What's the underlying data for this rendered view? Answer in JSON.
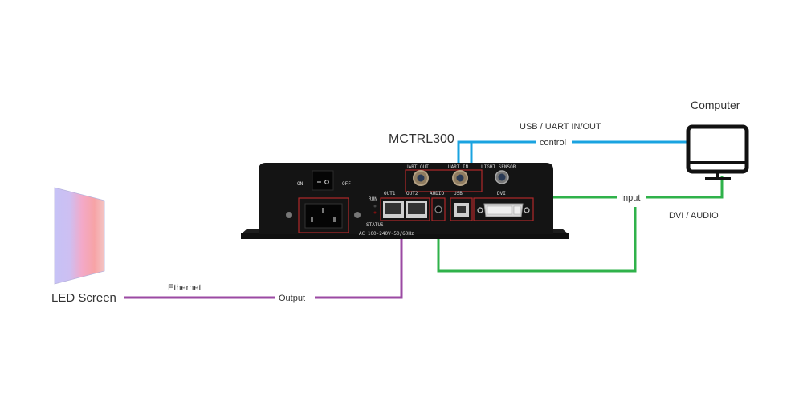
{
  "title": "MCTRL300",
  "colors": {
    "ethernet": "#9b4aa3",
    "control": "#1aa3e0",
    "input": "#2fb24a",
    "device_body": "#141414",
    "highlight_box": "#b0282a"
  },
  "nodes": {
    "led_screen": {
      "label": "LED Screen",
      "icon": "led-panel-icon"
    },
    "computer": {
      "label": "Computer",
      "icon": "monitor-icon"
    },
    "controller": {
      "label": "MCTRL300",
      "icon": "controller-box-icon"
    }
  },
  "device_panel": {
    "switch_on": "ON",
    "switch_off": "OFF",
    "run": "RUN",
    "status": "STATUS",
    "power_rating": "AC 100-240V~50/60Hz",
    "ports": {
      "uart_out": "UART OUT",
      "uart_in": "UART IN",
      "light_sensor": "LIGHT SENSOR",
      "out1": "OUT1",
      "out2": "OUT2",
      "audio": "AUDIO",
      "usb": "USB",
      "dvi": "DVI"
    }
  },
  "connections": {
    "ethernet": {
      "label": "Ethernet",
      "midlabel": "Output"
    },
    "control": {
      "label": "USB / UART IN/OUT",
      "midlabel": "control"
    },
    "input": {
      "label": "DVI / AUDIO",
      "midlabel": "Input"
    }
  }
}
